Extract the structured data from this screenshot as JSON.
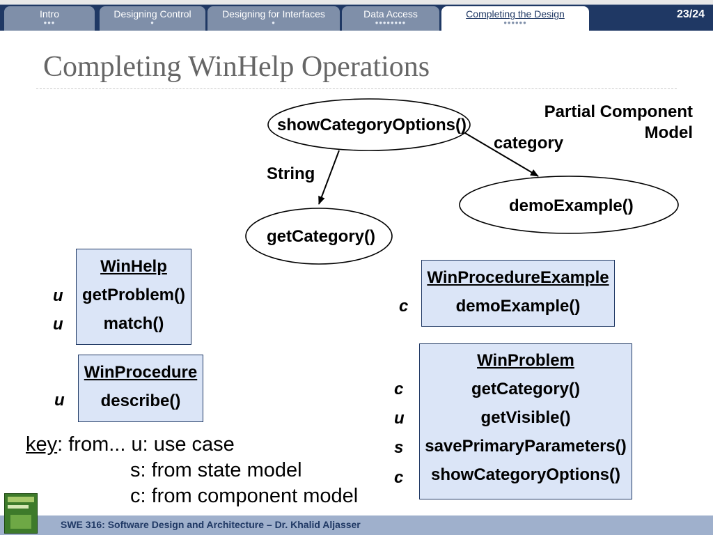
{
  "nav": {
    "tabs": [
      {
        "label": "Intro",
        "dots": "•••"
      },
      {
        "label": "Designing Control",
        "dots": "•"
      },
      {
        "label": "Designing for Interfaces",
        "dots": "•"
      },
      {
        "label": "Data Access",
        "dots": "••••••••"
      },
      {
        "label": "Completing the Design",
        "dots": "••••••"
      }
    ],
    "active_tab": "Completing the Design",
    "page": "23/24"
  },
  "title": "Completing WinHelp Operations",
  "diagram": {
    "heading_line1": "Partial Component",
    "heading_line2": "Model",
    "nodes": {
      "top": "showCategoryOptions()",
      "left": "getCategory()",
      "right": "demoExample()"
    },
    "edges": {
      "left_label": "String",
      "right_label": "category"
    }
  },
  "classes": {
    "winhelp": {
      "name": "WinHelp",
      "ops": [
        {
          "key": "u",
          "op": "getProblem()"
        },
        {
          "key": "u",
          "op": "match()"
        }
      ]
    },
    "winprocedure": {
      "name": "WinProcedure",
      "ops": [
        {
          "key": "u",
          "op": "describe()"
        }
      ]
    },
    "winprocedureexample": {
      "name": "WinProcedureExample",
      "ops": [
        {
          "key": "c",
          "op": "demoExample()"
        }
      ]
    },
    "winproblem": {
      "name": "WinProblem",
      "ops": [
        {
          "key": "c",
          "op": "getCategory()"
        },
        {
          "key": "u",
          "op": "getVisible()"
        },
        {
          "key": "s",
          "op": "savePrimaryParameters()"
        },
        {
          "key": "c",
          "op": "showCategoryOptions()"
        }
      ]
    }
  },
  "legend": {
    "key_word": "key",
    "line1_rest": ": from... u: use case",
    "line2": "s: from state model",
    "line3": "c: from component model"
  },
  "footer": "SWE 316: Software Design and Architecture – Dr. Khalid Aljasser",
  "colors": {
    "nav_bg": "#1f3864",
    "tab_bg": "#7f8fa9",
    "box_fill": "#dbe5f7",
    "footer_bg": "#9fb0cc"
  }
}
